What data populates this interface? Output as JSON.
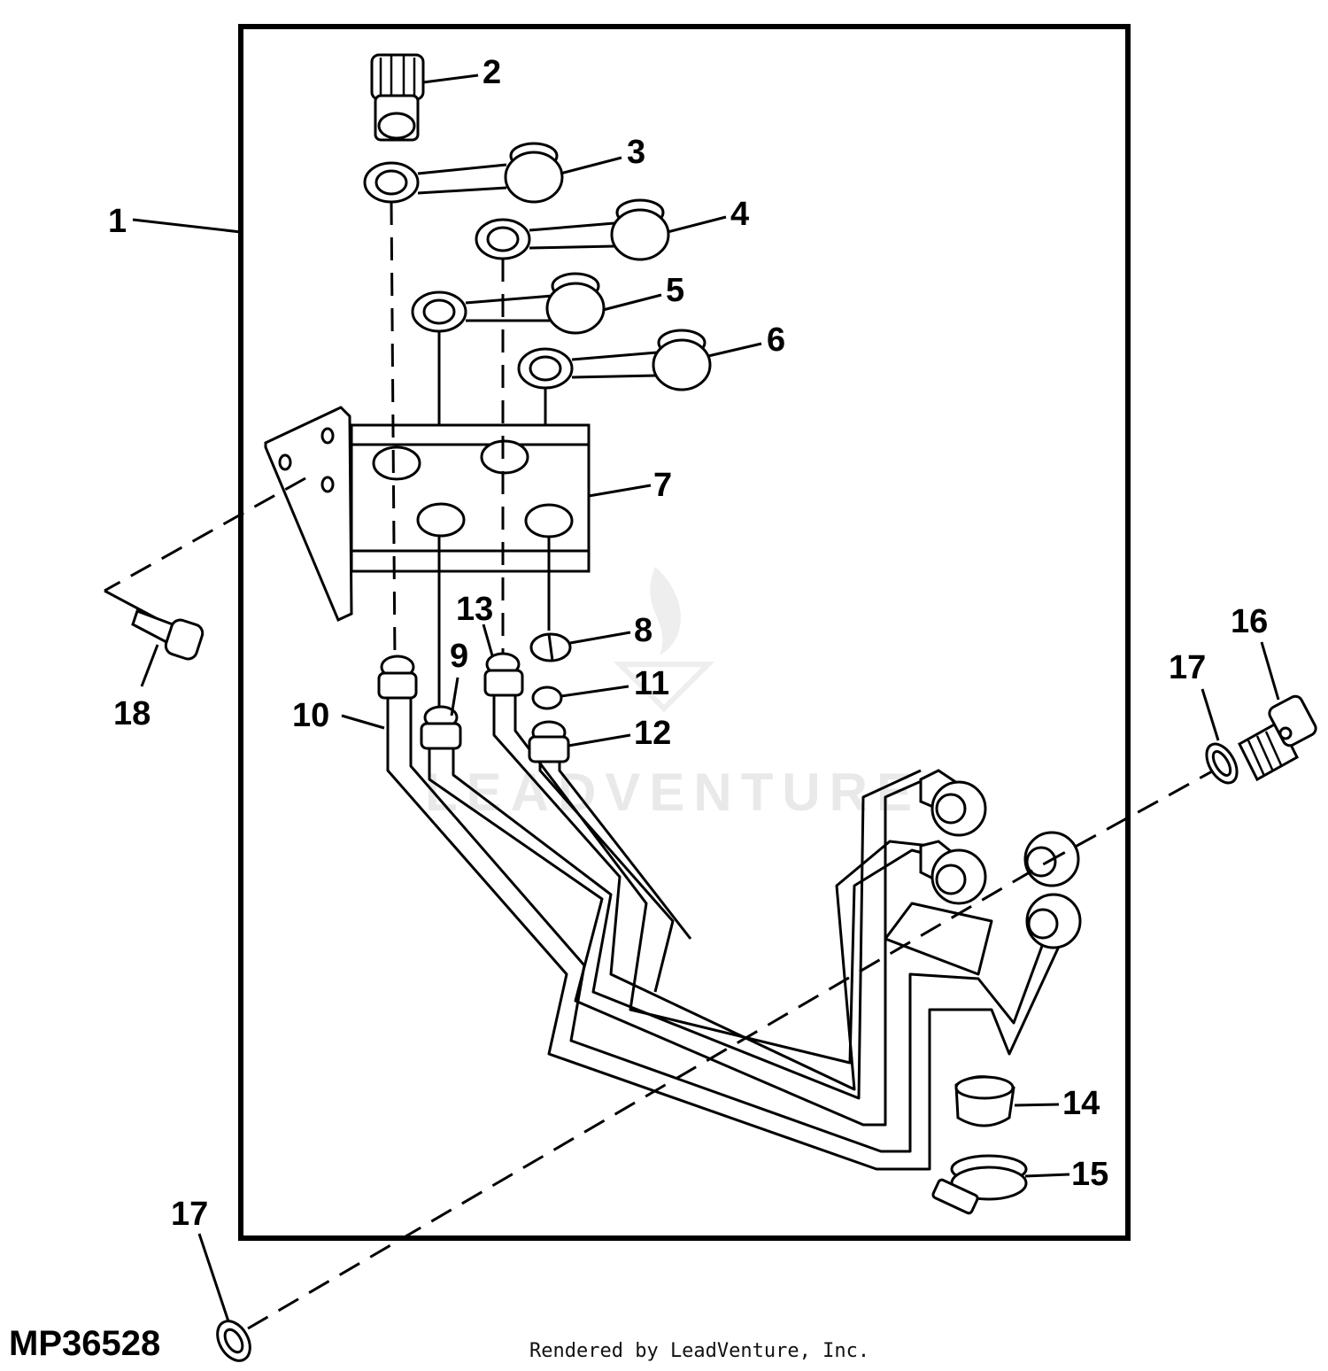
{
  "figure_id": "MP36528",
  "credit": "Rendered by LeadVenture, Inc.",
  "watermark": "LEADVENTURE",
  "callouts": {
    "c1": "1",
    "c2": "2",
    "c3": "3",
    "c4": "4",
    "c5": "5",
    "c6": "6",
    "c7": "7",
    "c8": "8",
    "c9": "9",
    "c10": "10",
    "c11": "11",
    "c12": "12",
    "c13": "13",
    "c14": "14",
    "c15": "15",
    "c16": "16",
    "c17a": "17",
    "c17b": "17",
    "c18": "18"
  }
}
